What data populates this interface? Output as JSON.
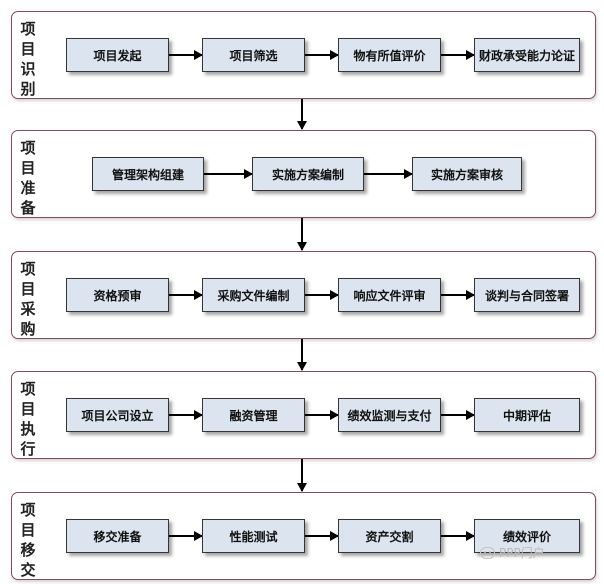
{
  "stages": [
    {
      "label": "项\n目\n识\n别",
      "steps": [
        "项目发起",
        "项目筛选",
        "物有所值评价",
        "财政承受能力论证"
      ]
    },
    {
      "label": "项\n目\n准\n备",
      "steps": [
        "管理架构组建",
        "实施方案编制",
        "实施方案审核"
      ]
    },
    {
      "label": "项\n目\n采\n购",
      "steps": [
        "资格预审",
        "采购文件编制",
        "响应文件评审",
        "谈判与合同签署"
      ]
    },
    {
      "label": "项\n目\n执\n行",
      "steps": [
        "项目公司设立",
        "融资管理",
        "绩效监测与支付",
        "中期评估"
      ]
    },
    {
      "label": "项\n目\n移\n交",
      "steps": [
        "移交准备",
        "性能测试",
        "资产交割",
        "绩效评价"
      ]
    }
  ],
  "watermark": {
    "text": "PPP门户",
    "icon": "wechat-icon"
  }
}
